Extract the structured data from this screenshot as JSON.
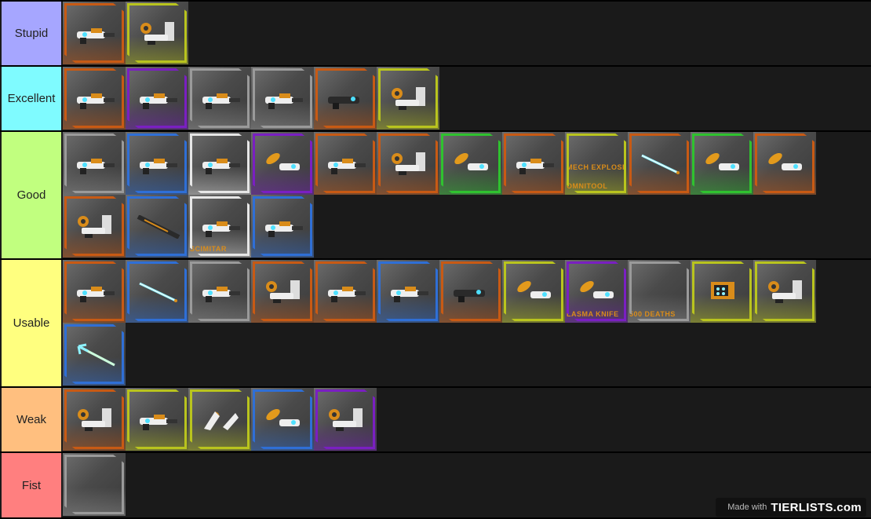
{
  "tiers": [
    {
      "label": "Stupid",
      "color": "#a6a6ff",
      "items": [
        {
          "frame": "#c85a14",
          "kind": "gun"
        },
        {
          "frame": "#b9c41e",
          "kind": "heavy"
        }
      ]
    },
    {
      "label": "Excellent",
      "color": "#7ffbff",
      "items": [
        {
          "frame": "#c85a14",
          "kind": "gun"
        },
        {
          "frame": "#7a1fc2",
          "kind": "gun"
        },
        {
          "frame": "#9a9a9a",
          "kind": "gun"
        },
        {
          "frame": "#9a9a9a",
          "kind": "gun"
        },
        {
          "frame": "#c85a14",
          "kind": "dark"
        },
        {
          "frame": "#b9c41e",
          "kind": "heavy"
        }
      ]
    },
    {
      "label": "Good",
      "color": "#c1ff7f",
      "items": [
        {
          "frame": "#9a9a9a",
          "kind": "gun"
        },
        {
          "frame": "#2f6fd6",
          "kind": "gun"
        },
        {
          "frame": "#e6e6e6",
          "kind": "gun"
        },
        {
          "frame": "#7a1fc2",
          "kind": "cone"
        },
        {
          "frame": "#c85a14",
          "kind": "gun"
        },
        {
          "frame": "#c85a14",
          "kind": "heavy"
        },
        {
          "frame": "#2fc22f",
          "kind": "cone"
        },
        {
          "frame": "#c85a14",
          "kind": "gun"
        },
        {
          "frame": "#b9c41e",
          "kind": "text",
          "caption": "MECH EXPLOSIO",
          "caption2": "OMNITOOL"
        },
        {
          "frame": "#c85a14",
          "kind": "sword"
        },
        {
          "frame": "#2fc22f",
          "kind": "cone"
        },
        {
          "frame": "#c85a14",
          "kind": "cone"
        },
        {
          "frame": "#c85a14",
          "kind": "heavy"
        },
        {
          "frame": "#2f6fd6",
          "kind": "rifle"
        },
        {
          "frame": "#e6e6e6",
          "kind": "gun",
          "caption": "SCIMITAR"
        },
        {
          "frame": "#2f6fd6",
          "kind": "gun"
        }
      ]
    },
    {
      "label": "Usable",
      "color": "#ffff7f",
      "items": [
        {
          "frame": "#c85a14",
          "kind": "gun"
        },
        {
          "frame": "#2f6fd6",
          "kind": "sword"
        },
        {
          "frame": "#9a9a9a",
          "kind": "gun"
        },
        {
          "frame": "#c85a14",
          "kind": "heavy"
        },
        {
          "frame": "#c85a14",
          "kind": "gun"
        },
        {
          "frame": "#2f6fd6",
          "kind": "gun"
        },
        {
          "frame": "#c85a14",
          "kind": "dark"
        },
        {
          "frame": "#b9c41e",
          "kind": "cone"
        },
        {
          "frame": "#7a1fc2",
          "kind": "cone",
          "caption": "LASMA KNIFE"
        },
        {
          "frame": "#9a9a9a",
          "kind": "text",
          "caption": "500 DEATHS"
        },
        {
          "frame": "#b9c41e",
          "kind": "box"
        },
        {
          "frame": "#b9c41e",
          "kind": "heavy"
        },
        {
          "frame": "#2f6fd6",
          "kind": "trident"
        }
      ]
    },
    {
      "label": "Weak",
      "color": "#ffbf7f",
      "items": [
        {
          "frame": "#c85a14",
          "kind": "heavy"
        },
        {
          "frame": "#b9c41e",
          "kind": "gun"
        },
        {
          "frame": "#b9c41e",
          "kind": "blade"
        },
        {
          "frame": "#2f6fd6",
          "kind": "cone"
        },
        {
          "frame": "#7a1fc2",
          "kind": "heavy"
        }
      ]
    },
    {
      "label": "Fist",
      "color": "#ff7f7f",
      "items": [
        {
          "frame": "#9a9a9a",
          "kind": "empty"
        }
      ]
    }
  ],
  "watermark": {
    "prefix": "Made with",
    "brand": "TIERLISTS.com"
  }
}
